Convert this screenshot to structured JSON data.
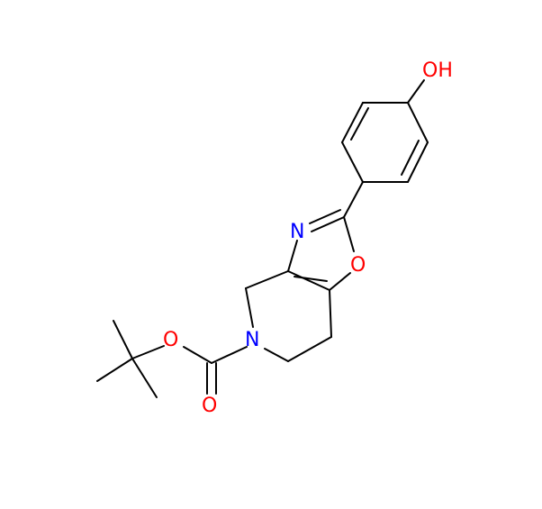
{
  "molecule": {
    "atoms": [
      {
        "id": "oh",
        "text": "OH",
        "color": "#ff0000"
      },
      {
        "id": "n_oxazole",
        "text": "N",
        "color": "#0000ff"
      },
      {
        "id": "o_oxazole",
        "text": "O",
        "color": "#ff0000"
      },
      {
        "id": "o_ester",
        "text": "O",
        "color": "#ff0000"
      },
      {
        "id": "n_ring",
        "text": "N",
        "color": "#0000ff"
      },
      {
        "id": "o_carbonyl",
        "text": "O",
        "color": "#ff0000"
      }
    ],
    "bond_color": "#000000"
  }
}
